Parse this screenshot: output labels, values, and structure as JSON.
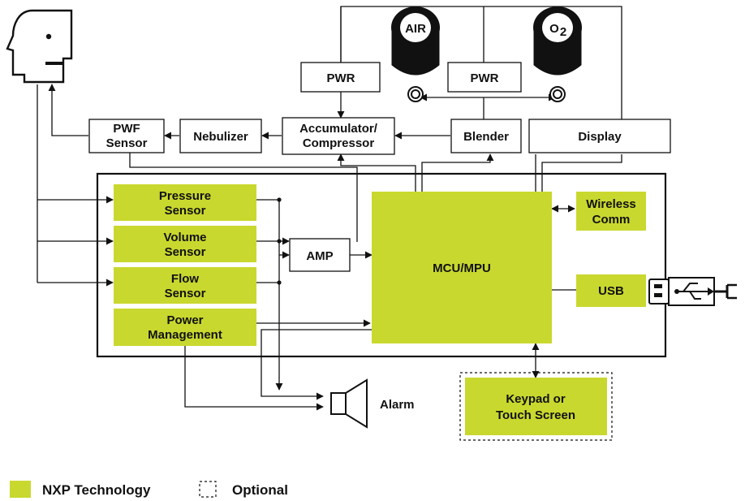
{
  "colors": {
    "nxp": "#c9d82e",
    "line": "#111111",
    "cylinder": "#111111"
  },
  "blocks": {
    "pwr_left": "PWR",
    "pwr_right": "PWR",
    "air": "AIR",
    "o2_main": "O",
    "o2_sub": "2",
    "pwf_l1": "PWF",
    "pwf_l2": "Sensor",
    "nebulizer": "Nebulizer",
    "accum_l1": "Accumulator/",
    "accum_l2": "Compressor",
    "blender": "Blender",
    "display": "Display",
    "pressure_l1": "Pressure",
    "pressure_l2": "Sensor",
    "volume_l1": "Volume",
    "volume_l2": "Sensor",
    "flow_l1": "Flow",
    "flow_l2": "Sensor",
    "power_l1": "Power",
    "power_l2": "Management",
    "amp": "AMP",
    "mcu": "MCU/MPU",
    "wireless_l1": "Wireless",
    "wireless_l2": "Comm",
    "usb": "USB",
    "keypad_l1": "Keypad or",
    "keypad_l2": "Touch Screen",
    "alarm": "Alarm"
  },
  "legend": {
    "nxp": "NXP Technology",
    "optional": "Optional"
  }
}
